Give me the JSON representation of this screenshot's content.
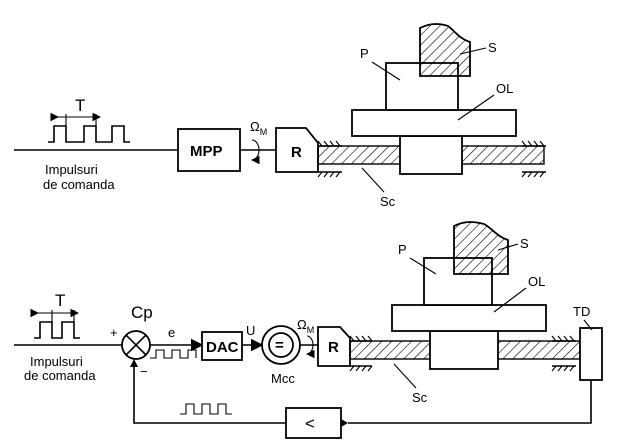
{
  "top": {
    "pulse_period": "T",
    "pulse_caption_line1": "Impulsuri",
    "pulse_caption_line2": "de comanda",
    "motor_block": "MPP",
    "omega": "Ω",
    "omega_sub": "M",
    "reducer": "R",
    "label_P": "P",
    "label_S": "S",
    "label_OL": "OL",
    "label_Sc": "Sc"
  },
  "bottom": {
    "pulse_period": "T",
    "pulse_caption_line1": "Impulsuri",
    "pulse_caption_line2": "de comanda",
    "comparator": "Cp",
    "plus_sign": "+",
    "minus_sign": "−",
    "error_signal": "e",
    "dac_block": "DAC",
    "voltage": "U",
    "motor_symbol": "=",
    "motor_label": "Mcc",
    "omega": "Ω",
    "omega_sub": "M",
    "reducer": "R",
    "label_P": "P",
    "label_S": "S",
    "label_OL": "OL",
    "label_Sc": "Sc",
    "transducer": "TD",
    "feedback_block_symbol": "<"
  }
}
